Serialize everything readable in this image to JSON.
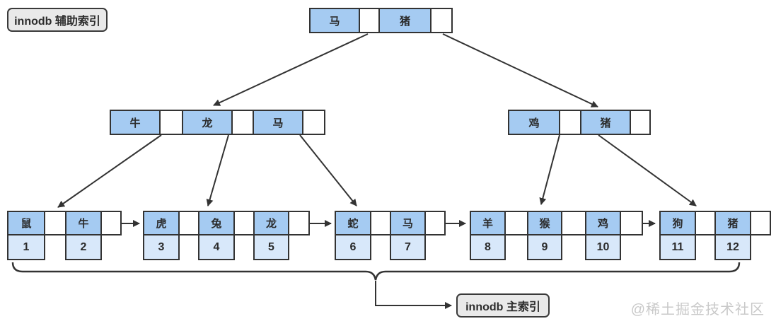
{
  "labels": {
    "secondary_index": "innodb 辅助索引",
    "primary_index": "innodb 主索引",
    "watermark": "@稀土掘金技术社区"
  },
  "colors": {
    "key_cell_fill": "#a5cbf2",
    "value_cell_fill": "#d8e8fa",
    "cell_border": "#333333",
    "label_box_fill": "#e9e9e9",
    "label_box_border": "#3a3a3a",
    "arrow": "#333333",
    "watermark_text": "#c9c9c9",
    "background": "#ffffff"
  },
  "tree": {
    "description": "B+ tree of innodb secondary index; leaf keys point to primary index values",
    "root": {
      "id": "root",
      "keys": [
        "马",
        "猪"
      ]
    },
    "internal": [
      {
        "id": "internal-left",
        "keys": [
          "牛",
          "龙",
          "马"
        ]
      },
      {
        "id": "internal-right",
        "keys": [
          "鸡",
          "猪"
        ]
      }
    ],
    "leaves": [
      {
        "id": "leaf-1",
        "keys": [
          "鼠",
          "牛"
        ],
        "values": [
          "1",
          "2"
        ]
      },
      {
        "id": "leaf-2",
        "keys": [
          "虎",
          "兔",
          "龙"
        ],
        "values": [
          "3",
          "4",
          "5"
        ]
      },
      {
        "id": "leaf-3",
        "keys": [
          "蛇",
          "马"
        ],
        "values": [
          "6",
          "7"
        ]
      },
      {
        "id": "leaf-4",
        "keys": [
          "羊",
          "猴",
          "鸡"
        ],
        "values": [
          "8",
          "9",
          "10"
        ]
      },
      {
        "id": "leaf-5",
        "keys": [
          "狗",
          "猪"
        ],
        "values": [
          "11",
          "12"
        ]
      }
    ]
  }
}
